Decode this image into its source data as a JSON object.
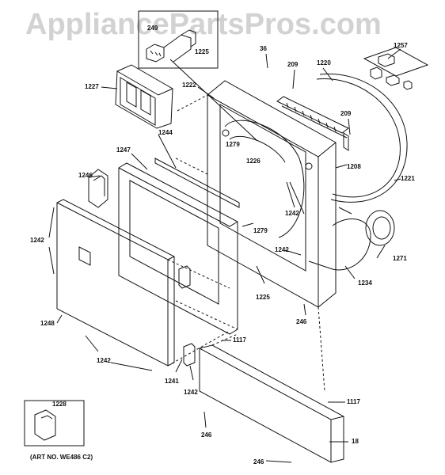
{
  "watermark": "AppliancePartsPros.com",
  "caption": "(ART NO. WE486 C2)",
  "labels": {
    "p249": "249",
    "p1225a": "1225",
    "p36": "36",
    "p209a": "209",
    "p1220": "1220",
    "p1257": "1257",
    "p1227": "1227",
    "p1222": "1222",
    "p209b": "209",
    "p1279a": "1279",
    "p1226": "1226",
    "p1208": "1208",
    "p1244": "1244",
    "p1247": "1247",
    "p1246": "1246",
    "p1221": "1221",
    "p1242a": "1242",
    "p1242b": "1242",
    "p1279b": "1279",
    "p1242c": "1242",
    "p1271": "1271",
    "p1225b": "1225",
    "p1234": "1234",
    "p246a": "246",
    "p1248": "1248",
    "p1117a": "1117",
    "p1242d": "1242",
    "p1241": "1241",
    "p1242e": "1242",
    "p1117b": "1117",
    "p1228": "1228",
    "p246b": "246",
    "p18": "18",
    "p246c": "246"
  }
}
